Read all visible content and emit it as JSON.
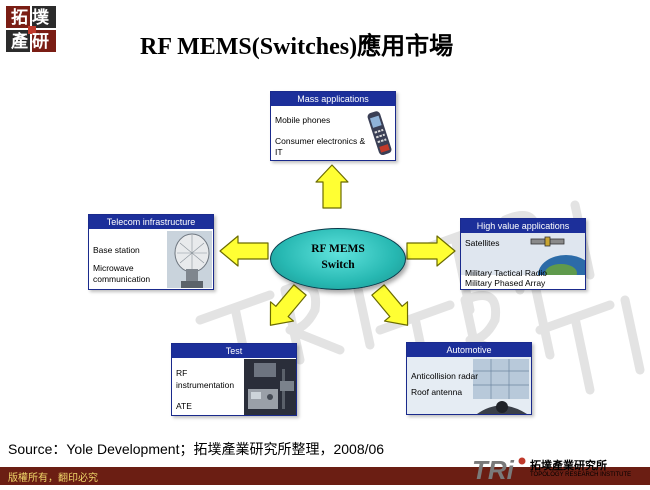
{
  "title": "RF MEMS(Switches)應用市場",
  "logo_corner": "拓墣產研",
  "center": {
    "line1": "RF MEMS",
    "line2": "Switch"
  },
  "boxes": {
    "mass": {
      "header": "Mass applications",
      "items": [
        "Mobile phones",
        "Consumer electronics &",
        "IT"
      ]
    },
    "telecom": {
      "header": "Telecom infrastructure",
      "items": [
        "Base station",
        "Microwave",
        "communication"
      ]
    },
    "high_value": {
      "header": "High value applications",
      "items": [
        "Satellites",
        "Military Tactical Radio",
        "Military Phased Array"
      ]
    },
    "test": {
      "header": "Test",
      "items": [
        "RF",
        "instrumentation",
        "ATE"
      ]
    },
    "automotive": {
      "header": "Automotive",
      "items": [
        "Anticollision radar",
        "Roof antenna"
      ]
    }
  },
  "source": "Source：Yole Development；拓墣產業研究所整理，2008/06",
  "copyright": "版權所有，翻印必究",
  "tri_logo": {
    "mark": "TRi",
    "name": "拓墣產業研究所",
    "sub": "TOPOLOGY RESEARCH INSTITUTE"
  },
  "colors": {
    "box_header": "#1c2f9a",
    "ellipse": "#27b8b2",
    "arrow_fill": "#ffff33",
    "arrow_stroke": "#6b6b00",
    "bottom_bar": "#6b1e13"
  }
}
